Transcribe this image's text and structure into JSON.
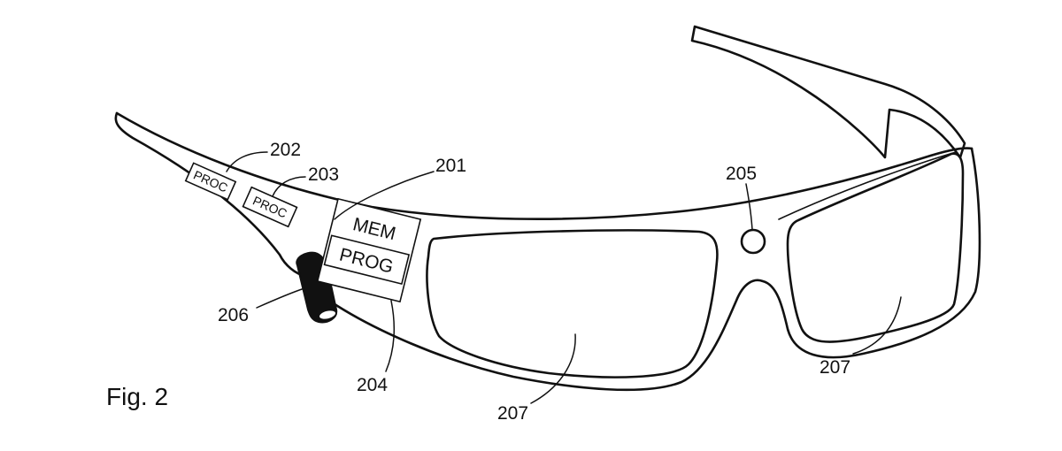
{
  "figure": {
    "caption": "Fig. 2",
    "boxes": {
      "proc_1": "PROC",
      "proc_2": "PROC",
      "mem": "MEM",
      "prog": "PROG"
    },
    "refs": {
      "r201": "201",
      "r202": "202",
      "r203": "203",
      "r204": "204",
      "r205": "205",
      "r206": "206",
      "r207_center": "207",
      "r207_right": "207"
    }
  }
}
